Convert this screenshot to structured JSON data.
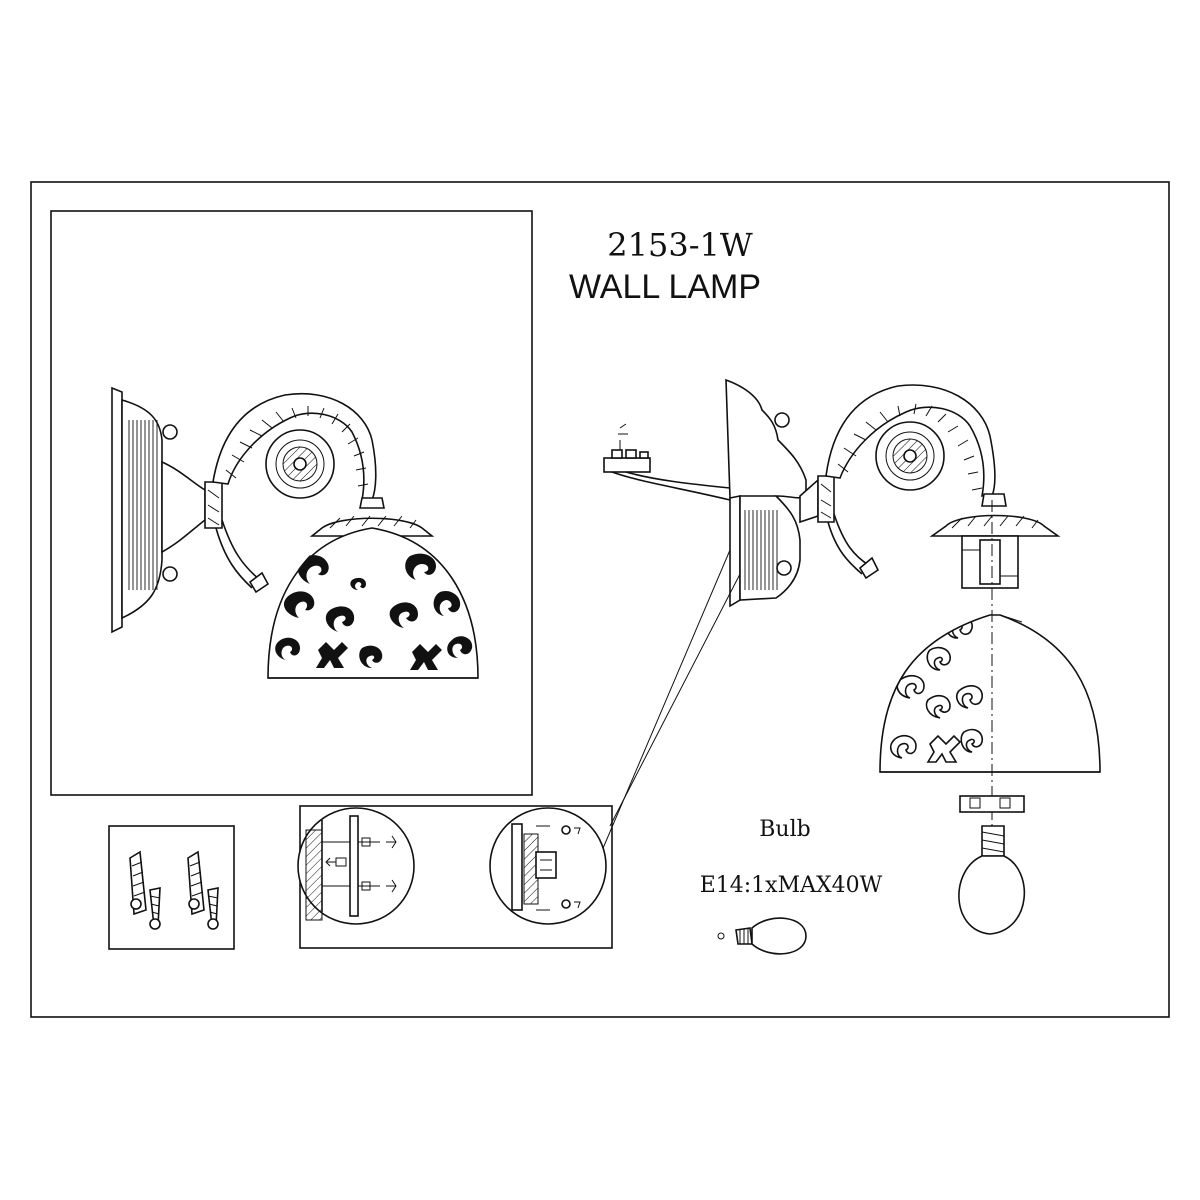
{
  "drawing": {
    "model_number": "2153-1W",
    "product_name": "WALL LAMP"
  },
  "bulb": {
    "heading": "Bulb",
    "spec": "E14:1xMAX40W"
  },
  "colors": {
    "ink": "#111111",
    "paper": "#ffffff"
  },
  "views": [
    {
      "name": "assembled-view"
    },
    {
      "name": "exploded-view"
    },
    {
      "name": "fixings-kit"
    },
    {
      "name": "mounting-detail"
    },
    {
      "name": "bulb-detail"
    }
  ]
}
